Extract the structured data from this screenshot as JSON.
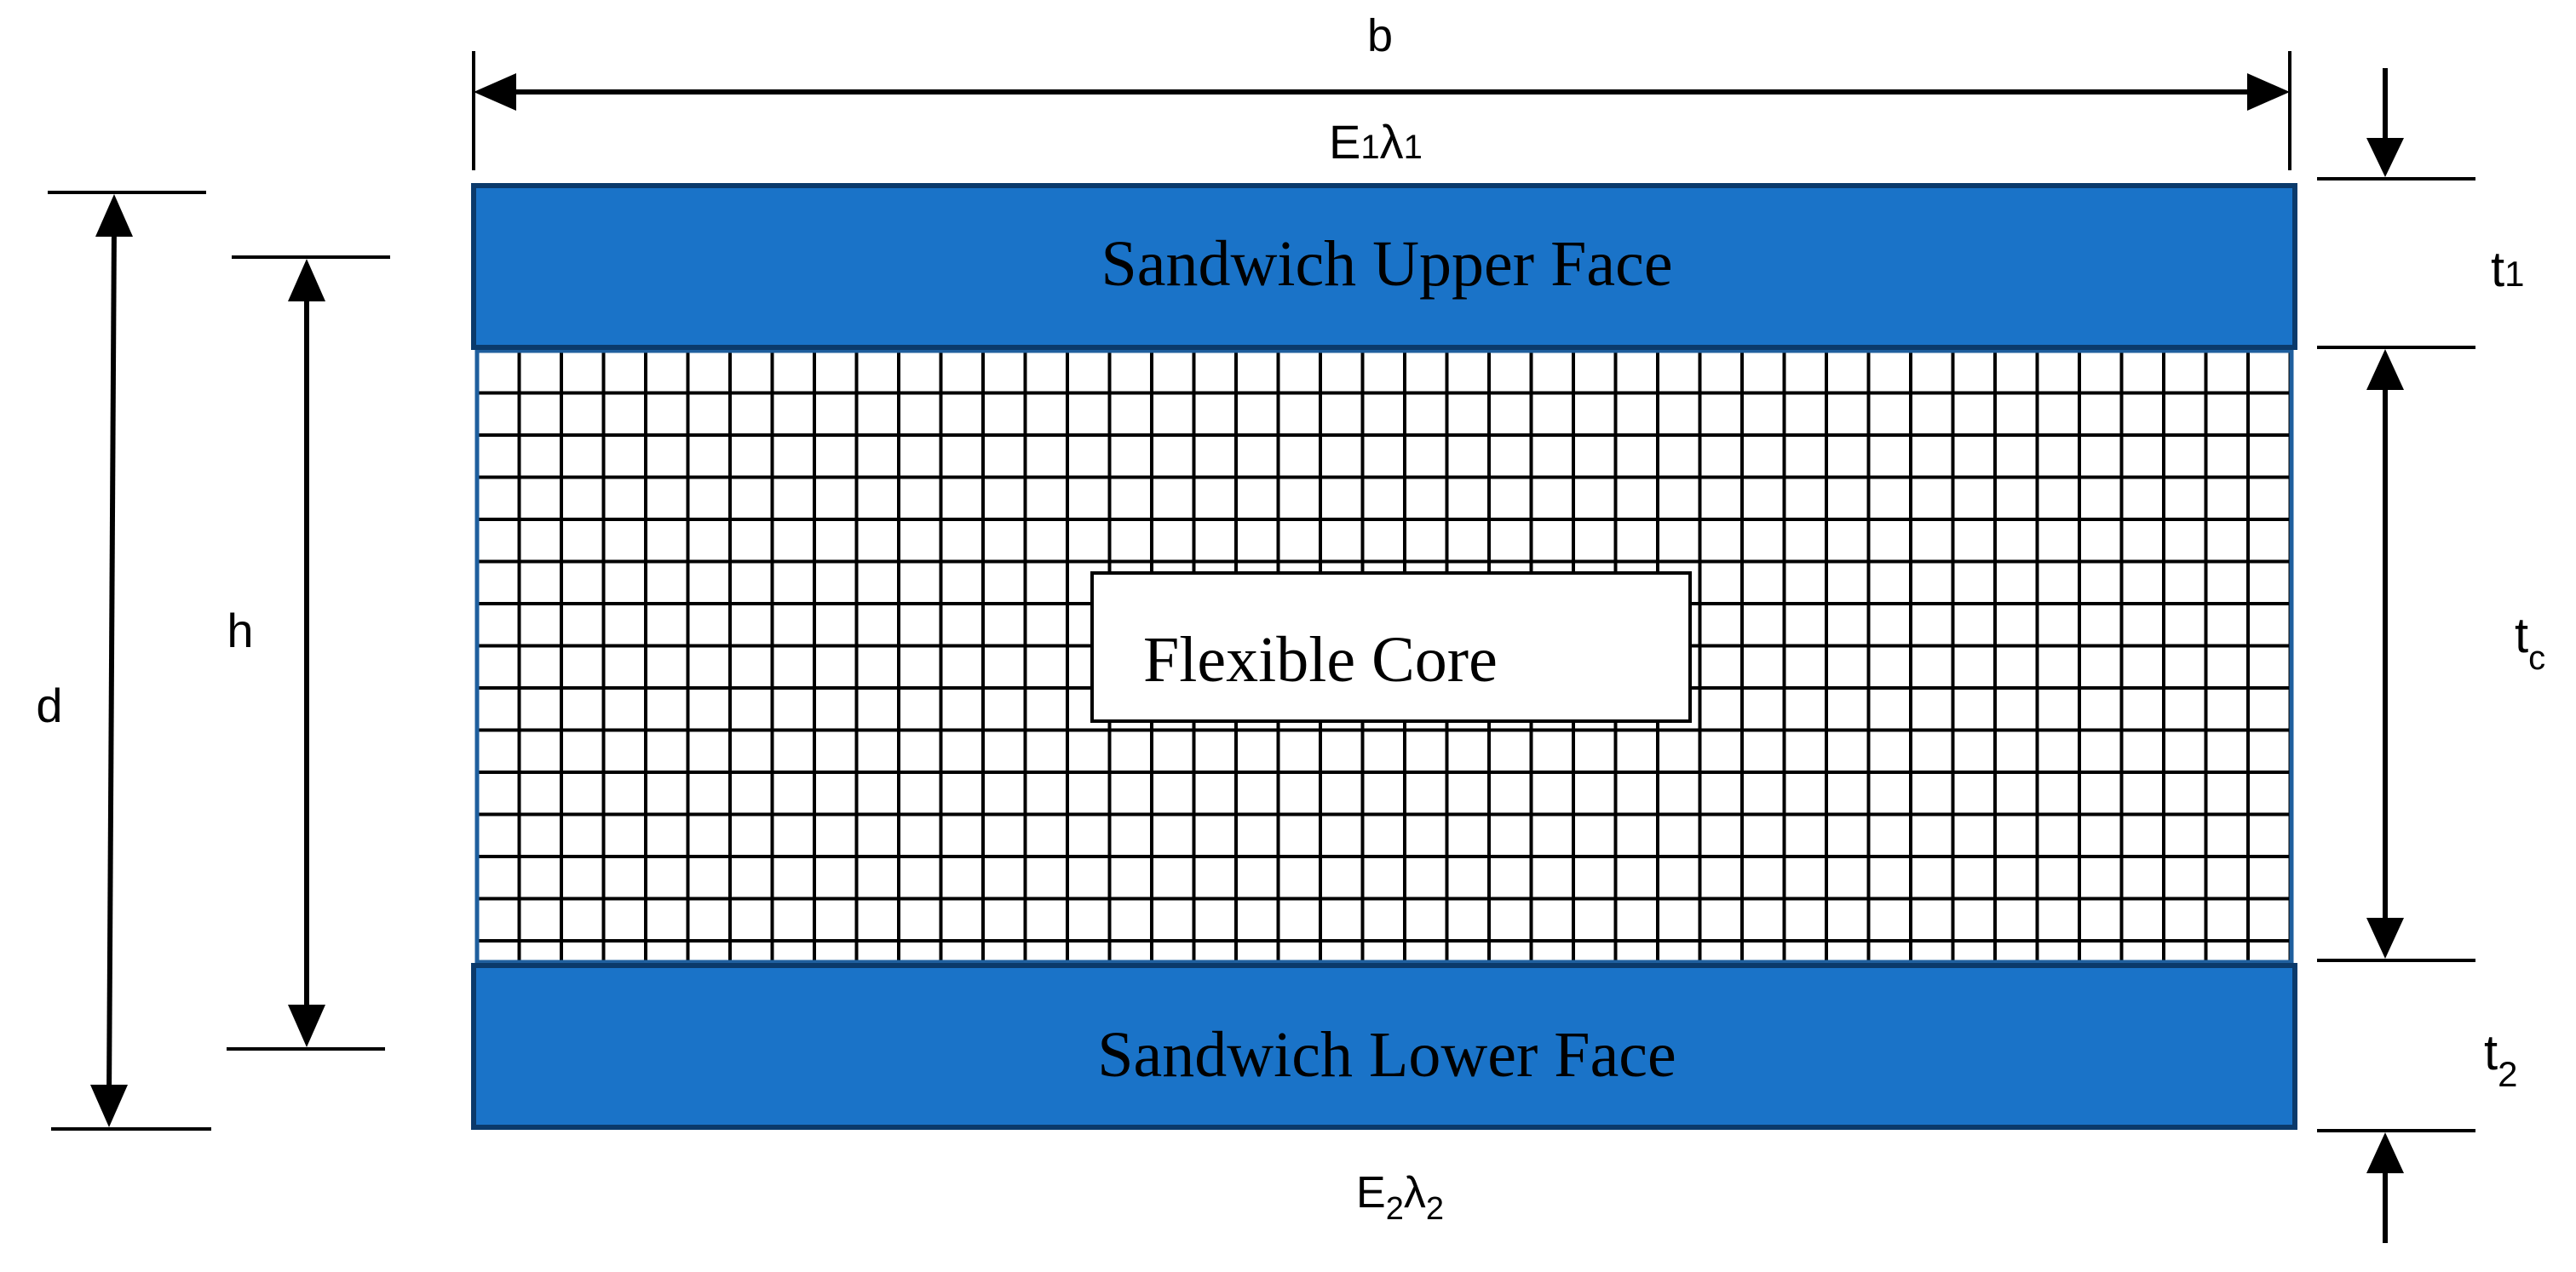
{
  "labels": {
    "width": "b",
    "upper_props_E": "E",
    "upper_props_E_sub": "1",
    "upper_props_lambda": "λ",
    "upper_props_lambda_sub": "1",
    "lower_props_E": "E",
    "lower_props_E_sub": "2",
    "lower_props_lambda": "λ",
    "lower_props_lambda_sub": "2",
    "total_depth": "d",
    "centroid_distance": "h",
    "t1_main": "t",
    "t1_sub": "1",
    "tc_main": "t",
    "tc_sub": "c",
    "t2_main": "t",
    "t2_sub": "2"
  },
  "layers": {
    "upper_face": "Sandwich Upper Face",
    "core": "Flexible Core",
    "lower_face": "Sandwich Lower Face"
  },
  "colors": {
    "face_fill": "#1a73c8",
    "face_border": "#0b3a6b",
    "line": "#000000",
    "core_border": "#1f5f9e",
    "background": "#ffffff"
  }
}
